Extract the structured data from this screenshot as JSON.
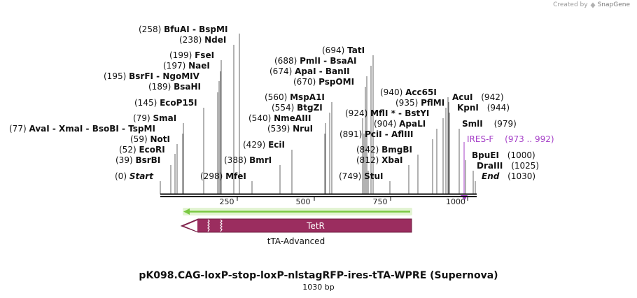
{
  "credit": {
    "prefix": "Created by",
    "brand": "SnapGene"
  },
  "map": {
    "length": 1030,
    "scale_ticks": [
      250,
      500,
      750,
      1000
    ],
    "sites": [
      {
        "pos": "(258)",
        "name": "BfuAI",
        "extra": "  -  BspMI"
      },
      {
        "pos": "(238)",
        "name": "NdeI",
        "extra": ""
      },
      {
        "pos": "(199)",
        "name": "FseI",
        "extra": ""
      },
      {
        "pos": "(197)",
        "name": "NaeI",
        "extra": ""
      },
      {
        "pos": "(195)",
        "name": "BsrFI",
        "extra": "  -  NgoMIV"
      },
      {
        "pos": "(189)",
        "name": "BsaHI",
        "extra": ""
      },
      {
        "pos": "(145)",
        "name": "EcoP15I",
        "extra": ""
      },
      {
        "pos": "(79)",
        "name": "SmaI",
        "extra": ""
      },
      {
        "pos": "(77)",
        "name": "AvaI",
        "extra": "  -  XmaI  -  BsoBI  -  TspMI"
      },
      {
        "pos": "(59)",
        "name": "NotI",
        "extra": ""
      },
      {
        "pos": "(52)",
        "name": "EcoRI",
        "extra": ""
      },
      {
        "pos": "(39)",
        "name": "BsrBI",
        "extra": ""
      },
      {
        "pos": "(0)",
        "name": "Start",
        "extra": "",
        "italic": true
      },
      {
        "pos": "(298)",
        "name": "MfeI",
        "extra": ""
      },
      {
        "pos": "(388)",
        "name": "BmrI",
        "extra": ""
      },
      {
        "pos": "(429)",
        "name": "EciI",
        "extra": ""
      },
      {
        "pos": "(694)",
        "name": "TatI",
        "extra": ""
      },
      {
        "pos": "(688)",
        "name": "PmlI",
        "extra": "  -  BsaAI"
      },
      {
        "pos": "(674)",
        "name": "ApaI",
        "extra": "  -  BanII"
      },
      {
        "pos": "(670)",
        "name": "PspOMI",
        "extra": ""
      },
      {
        "pos": "(560)",
        "name": "MspA1I",
        "extra": ""
      },
      {
        "pos": "(554)",
        "name": "BtgZI",
        "extra": ""
      },
      {
        "pos": "(540)",
        "name": "NmeAIII",
        "extra": ""
      },
      {
        "pos": "(539)",
        "name": "NruI",
        "extra": ""
      },
      {
        "pos": "(940)",
        "name": "Acc65I",
        "extra": ""
      },
      {
        "pos": "(935)",
        "name": "PflMI",
        "extra": ""
      },
      {
        "pos": "(924)",
        "name": "MflI",
        "extra": " *  -  BstYI"
      },
      {
        "pos": "(904)",
        "name": "ApaLI",
        "extra": ""
      },
      {
        "pos": "(891)",
        "name": "PciI",
        "extra": "  -  AflIII"
      },
      {
        "pos": "(842)",
        "name": "BmgBI",
        "extra": ""
      },
      {
        "pos": "(812)",
        "name": "XbaI",
        "extra": ""
      },
      {
        "pos": "(749)",
        "name": "StuI",
        "extra": ""
      },
      {
        "pos": "(942)",
        "name": "AcuI",
        "extra": ""
      },
      {
        "pos": "(944)",
        "name": "KpnI",
        "extra": ""
      },
      {
        "pos": "(979)",
        "name": "SmlI",
        "extra": ""
      },
      {
        "pos": "(1000)",
        "name": "BpuEI",
        "extra": ""
      },
      {
        "pos": "(1025)",
        "name": "DraIII",
        "extra": ""
      },
      {
        "pos": "(1030)",
        "name": "End",
        "extra": "",
        "italic": true
      }
    ],
    "primer": {
      "name": "IRES-F",
      "range": "(973 .. 992)",
      "color": "#a53fc7"
    },
    "features": {
      "orf_color": "#7ac943",
      "tetr": {
        "label": "TetR",
        "color": "#9b2d5f"
      },
      "cds_label": "tTA-Advanced"
    }
  },
  "title": "pK098.CAG-loxP-stop-loxP-nlstagRFP-ires-tTA-WPRE (Supernova)",
  "subtitle": "1030 bp"
}
